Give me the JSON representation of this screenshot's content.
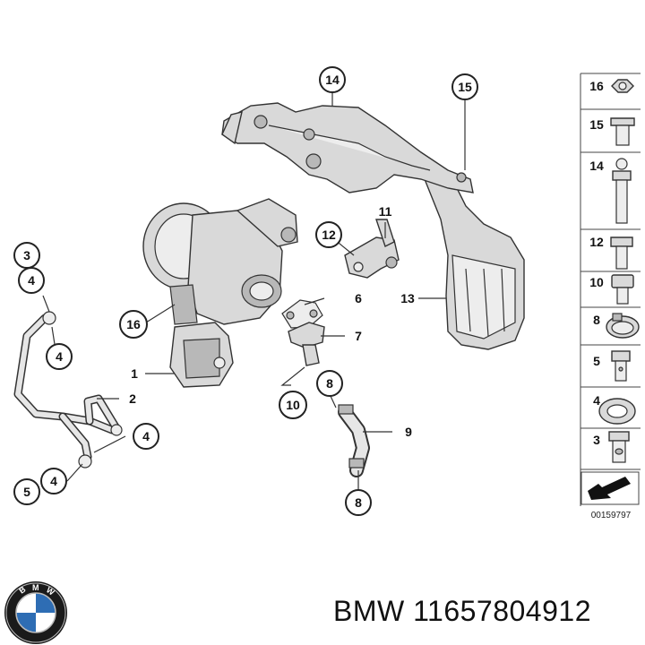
{
  "diagram_id": "00159797",
  "footer_text": "BMW 11657804912",
  "logo": {
    "letters": "BMW",
    "colors": {
      "ring": "#1a1a1a",
      "blue": "#2e6db4",
      "white": "#ffffff"
    }
  },
  "callouts": {
    "c1": "1",
    "c2": "2",
    "c3": "3",
    "c4a": "4",
    "c4b": "4",
    "c4c": "4",
    "c4d": "4",
    "c5": "5",
    "c6": "6",
    "c7": "7",
    "c8a": "8",
    "c8b": "8",
    "c9": "9",
    "c10": "10",
    "c11": "11",
    "c12": "12",
    "c13": "13",
    "c14": "14",
    "c15": "15",
    "c16": "16"
  },
  "legend": [
    {
      "num": "16",
      "part": "nut"
    },
    {
      "num": "15",
      "part": "flange-bolt"
    },
    {
      "num": "14",
      "part": "stud-bolt"
    },
    {
      "num": "12",
      "part": "collar-bolt"
    },
    {
      "num": "10",
      "part": "hex-bolt"
    },
    {
      "num": "8",
      "part": "hose-clamp"
    },
    {
      "num": "5",
      "part": "banjo-bolt"
    },
    {
      "num": "4",
      "part": "sealing-ring"
    },
    {
      "num": "3",
      "part": "hollow-bolt"
    }
  ]
}
